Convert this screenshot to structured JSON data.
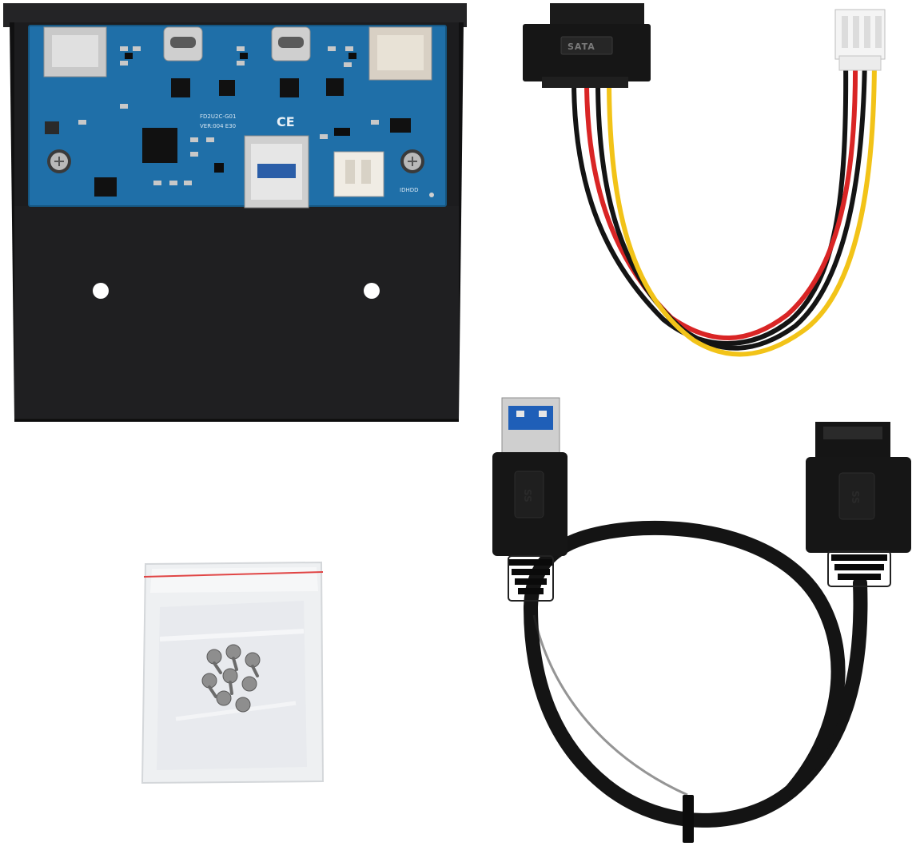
{
  "scene": {
    "background": "#ffffff",
    "items": [
      {
        "name": "front-panel-usb-hub",
        "description": "black metal 5.25in bay bracket with blue PCB"
      },
      {
        "name": "sata-power-adapter-cable",
        "description": "SATA to 4-pin power cable"
      },
      {
        "name": "usb3-extension-cable",
        "description": "USB 3.0 A to 20-pin header cable"
      },
      {
        "name": "screw-bag",
        "description": "zip bag with mounting screws"
      }
    ]
  },
  "labels": {
    "pcb_model": "FD2U2C-G01",
    "pcb_version": "VER:004 E30",
    "ce_mark": "CE",
    "sata_label": "SATA",
    "ss_mark_a": "SS",
    "ss_mark_b": "SS",
    "pcb_port": "IDHDD"
  },
  "colors": {
    "bracket": "#1c1c1e",
    "pcb": "#1f6fa8",
    "cable_black": "#141414",
    "wire_red": "#d92525",
    "wire_yellow": "#f2c318",
    "connector_white": "#f4f4f4",
    "usb_blue": "#1f5fb8"
  }
}
